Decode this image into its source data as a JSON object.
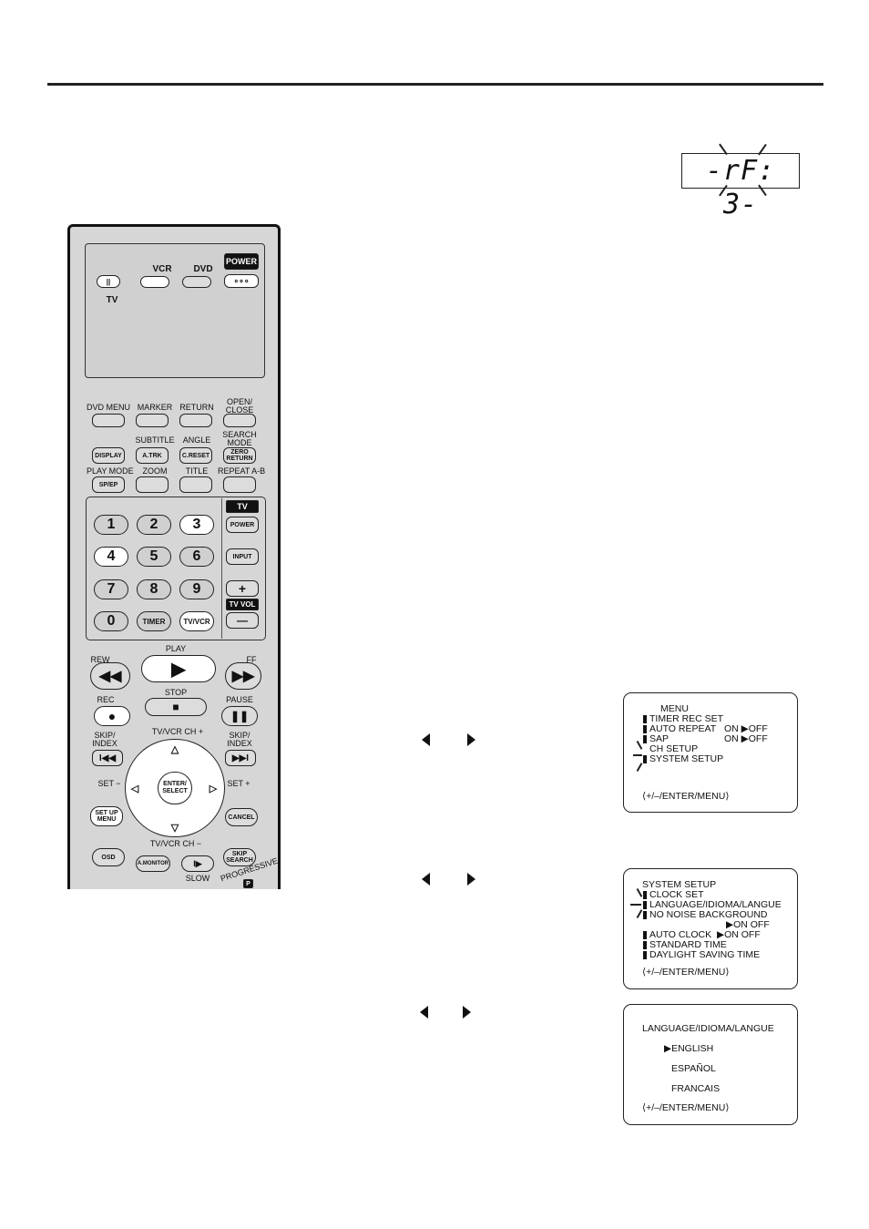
{
  "display": {
    "text": "-rF: 3-"
  },
  "remote": {
    "mode_labels": {
      "vcr": "VCR",
      "dvd": "DVD",
      "tv": "TV"
    },
    "power": "POWER",
    "row1": {
      "dvd_menu": "DVD MENU",
      "marker": "MARKER",
      "return": "RETURN",
      "open_close": "OPEN/ CLOSE"
    },
    "row2_labels": {
      "subtitle": "SUBTITLE",
      "angle": "ANGLE",
      "search_mode": "SEARCH MODE"
    },
    "row2": {
      "display": "DISPLAY",
      "atrk": "A.TRK",
      "creset": "C.RESET",
      "zero_return": "ZERO RETURN"
    },
    "row3_labels": {
      "play_mode": "PLAY MODE",
      "zoom": "ZOOM",
      "title": "TITLE",
      "repeat_ab": "REPEAT A-B"
    },
    "row3": {
      "sp_ep": "SP/EP"
    },
    "numbers": [
      "1",
      "2",
      "3",
      "4",
      "5",
      "6",
      "7",
      "8",
      "9",
      "0"
    ],
    "timer": "TIMER",
    "tv_vcr": "TV/VCR",
    "tv_side": {
      "tv": "TV",
      "power": "POWER",
      "input": "INPUT",
      "plus": "+",
      "vol": "TV VOL",
      "minus": "—"
    },
    "transport": {
      "rew": "REW",
      "play": "PLAY",
      "ff": "FF",
      "rec": "REC",
      "stop": "STOP",
      "pause": "PAUSE"
    },
    "nav": {
      "skip_index_l": "SKIP/ INDEX",
      "skip_index_r": "SKIP/ INDEX",
      "ch_plus": "TV/VCR CH +",
      "ch_minus": "TV/VCR CH −",
      "set_minus": "SET −",
      "set_plus": "SET +",
      "enter": "ENTER/ SELECT",
      "setup_menu": "SET UP MENU",
      "cancel": "CANCEL"
    },
    "bottom": {
      "osd": "OSD",
      "amonitor": "A.MONITOR",
      "slow": "SLOW",
      "skip_search": "SKIP SEARCH",
      "progressive": "PROGRESSIVE",
      "p": "P"
    }
  },
  "screen1": {
    "title": "MENU",
    "items": [
      "TIMER REC SET",
      "AUTO REPEAT",
      "SAP",
      "CH SETUP",
      "SYSTEM SETUP"
    ],
    "auto_repeat_value": "ON ▶OFF",
    "sap_value": "ON ▶OFF",
    "footer": "⟨+/–/ENTER/MENU⟩"
  },
  "screen2": {
    "title": "SYSTEM SETUP",
    "items": [
      "CLOCK SET",
      "LANGUAGE/IDIOMA/LANGUE",
      "NO NOISE BACKGROUND",
      "AUTO CLOCK",
      "STANDARD TIME",
      "DAYLIGHT SAVING TIME"
    ],
    "no_noise_value": "▶ON    OFF",
    "auto_clock_value": "▶ON    OFF",
    "footer": "⟨+/–/ENTER/MENU⟩"
  },
  "screen3": {
    "title": "LANGUAGE/IDIOMA/LANGUE",
    "options": [
      "▶ENGLISH",
      "ESPAÑOL",
      "FRANCAIS"
    ],
    "footer": "⟨+/–/ENTER/MENU⟩"
  }
}
